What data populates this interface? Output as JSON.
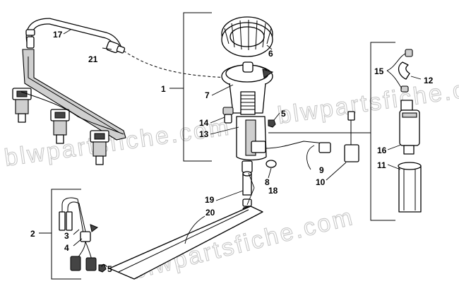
{
  "watermark": "blwpartsfiche.com",
  "callouts": [
    {
      "id": "c1",
      "text": "1"
    },
    {
      "id": "c2",
      "text": "2"
    },
    {
      "id": "c3",
      "text": "3"
    },
    {
      "id": "c4",
      "text": "4"
    },
    {
      "id": "c5a",
      "text": "5"
    },
    {
      "id": "c5b",
      "text": "5"
    },
    {
      "id": "c6",
      "text": "6"
    },
    {
      "id": "c7",
      "text": "7"
    },
    {
      "id": "c8",
      "text": "8"
    },
    {
      "id": "c9",
      "text": "9"
    },
    {
      "id": "c10",
      "text": "10"
    },
    {
      "id": "c11",
      "text": "11"
    },
    {
      "id": "c12",
      "text": "12"
    },
    {
      "id": "c13",
      "text": "13"
    },
    {
      "id": "c14",
      "text": "14"
    },
    {
      "id": "c15",
      "text": "15"
    },
    {
      "id": "c16",
      "text": "16"
    },
    {
      "id": "c17",
      "text": "17"
    },
    {
      "id": "c18",
      "text": "18"
    },
    {
      "id": "c19",
      "text": "19"
    },
    {
      "id": "c20",
      "text": "20"
    },
    {
      "id": "c21",
      "text": "21"
    }
  ]
}
